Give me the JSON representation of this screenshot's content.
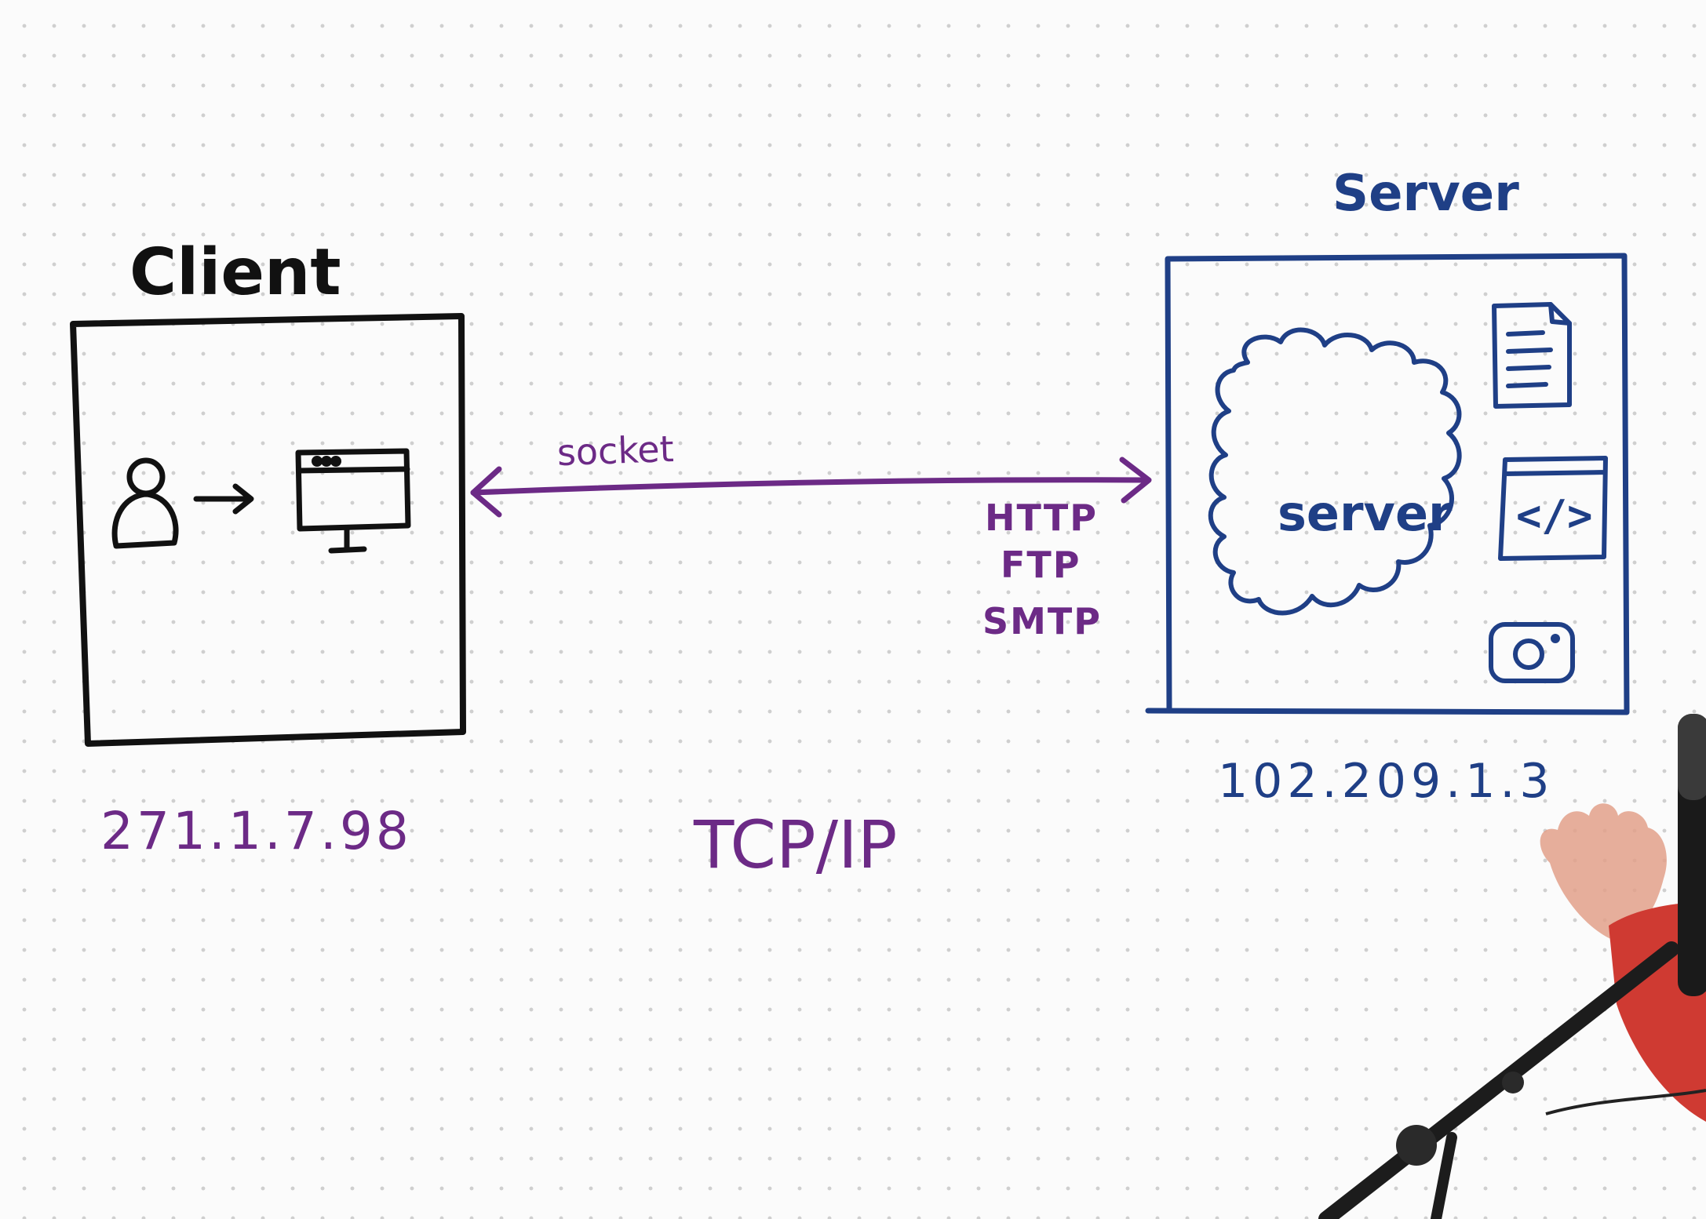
{
  "client": {
    "title": "Client",
    "ip": "271.1.7.98"
  },
  "server": {
    "title": "Server",
    "inner_label": "server",
    "code_label": "</>",
    "ip": "102.209.1.3"
  },
  "connection": {
    "label": "socket",
    "protocols": [
      "HTTP",
      "FTP",
      "SMTP"
    ],
    "stack": "TCP/IP"
  },
  "colors": {
    "ink_black": "#111111",
    "ink_purple": "#6c2a86",
    "ink_blue": "#1f3f86"
  }
}
